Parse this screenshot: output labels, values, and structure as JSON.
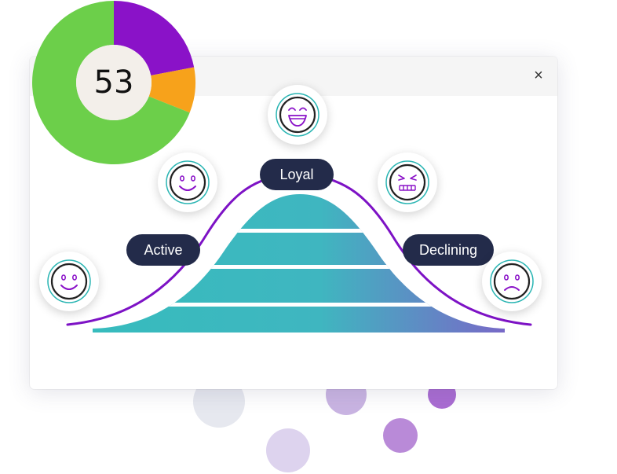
{
  "score": {
    "value": "53"
  },
  "donut": {
    "segments": [
      {
        "name": "purple",
        "color": "#8a12c8",
        "fraction": 0.22
      },
      {
        "name": "orange",
        "color": "#f7a21b",
        "fraction": 0.09
      },
      {
        "name": "green",
        "color": "#6ccf4a",
        "fraction": 0.69
      }
    ]
  },
  "window": {
    "close_icon": "×"
  },
  "labels": {
    "loyal": "Loyal",
    "active": "Active",
    "declining": "Declining"
  },
  "faces": [
    {
      "icon": "smile-icon",
      "mood": "smile"
    },
    {
      "icon": "smile-icon",
      "mood": "smile"
    },
    {
      "icon": "laughing-icon",
      "mood": "laugh"
    },
    {
      "icon": "grimace-icon",
      "mood": "grimace"
    },
    {
      "icon": "frown-icon",
      "mood": "frown"
    }
  ],
  "colors": {
    "curve": "#7d12c5",
    "pill_bg": "#232b4a",
    "pyramid_start": "#36bcbd",
    "pyramid_end": "#7c63c8"
  }
}
